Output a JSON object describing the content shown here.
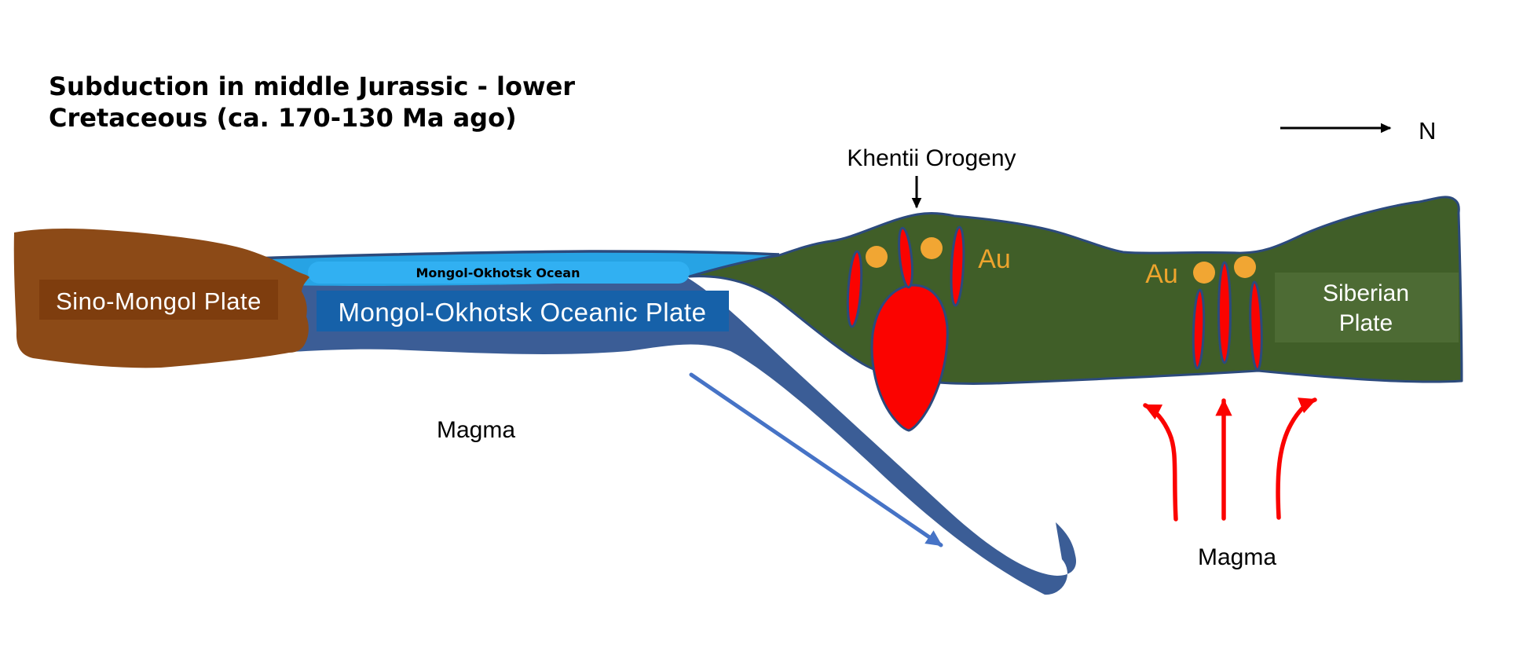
{
  "title": {
    "line1": "Subduction in middle Jurassic - lower",
    "line2": "Cretaceous (ca. 170-130 Ma ago)"
  },
  "compass": {
    "label": "N"
  },
  "orogeny": {
    "label": "Khentii Orogeny"
  },
  "plates": {
    "sino_mongol": {
      "label": "Sino-Mongol Plate"
    },
    "ocean": {
      "label": "Mongol-Okhotsk Ocean"
    },
    "oceanic_plate": {
      "label": "Mongol-Okhotsk Oceanic Plate"
    },
    "siberian": {
      "line1": "Siberian",
      "line2": "Plate"
    }
  },
  "magma": {
    "left_label": "Magma",
    "right_label": "Magma"
  },
  "gold": {
    "left_label": "Au",
    "right_label": "Au"
  },
  "colors": {
    "background": "#ffffff",
    "continental_brown": "#8c4a17",
    "brown_label_box": "#7e3d0e",
    "ocean_light_blue": "#27a3e4",
    "ocean_bright_band": "#31b0f2",
    "oceanic_plate_blue": "#3b5d96",
    "plate_label_box_blue": "#1661a9",
    "outline_navy": "#2c4a7c",
    "siberian_green": "#405e28",
    "green_label_box": "#4d6b34",
    "magma_red": "#fb0300",
    "gold_orange": "#f1a633",
    "au_text_orange": "#eda42d",
    "subduction_arrow_blue": "#4673c6",
    "text_black": "#000000",
    "text_white": "#ffffff"
  }
}
